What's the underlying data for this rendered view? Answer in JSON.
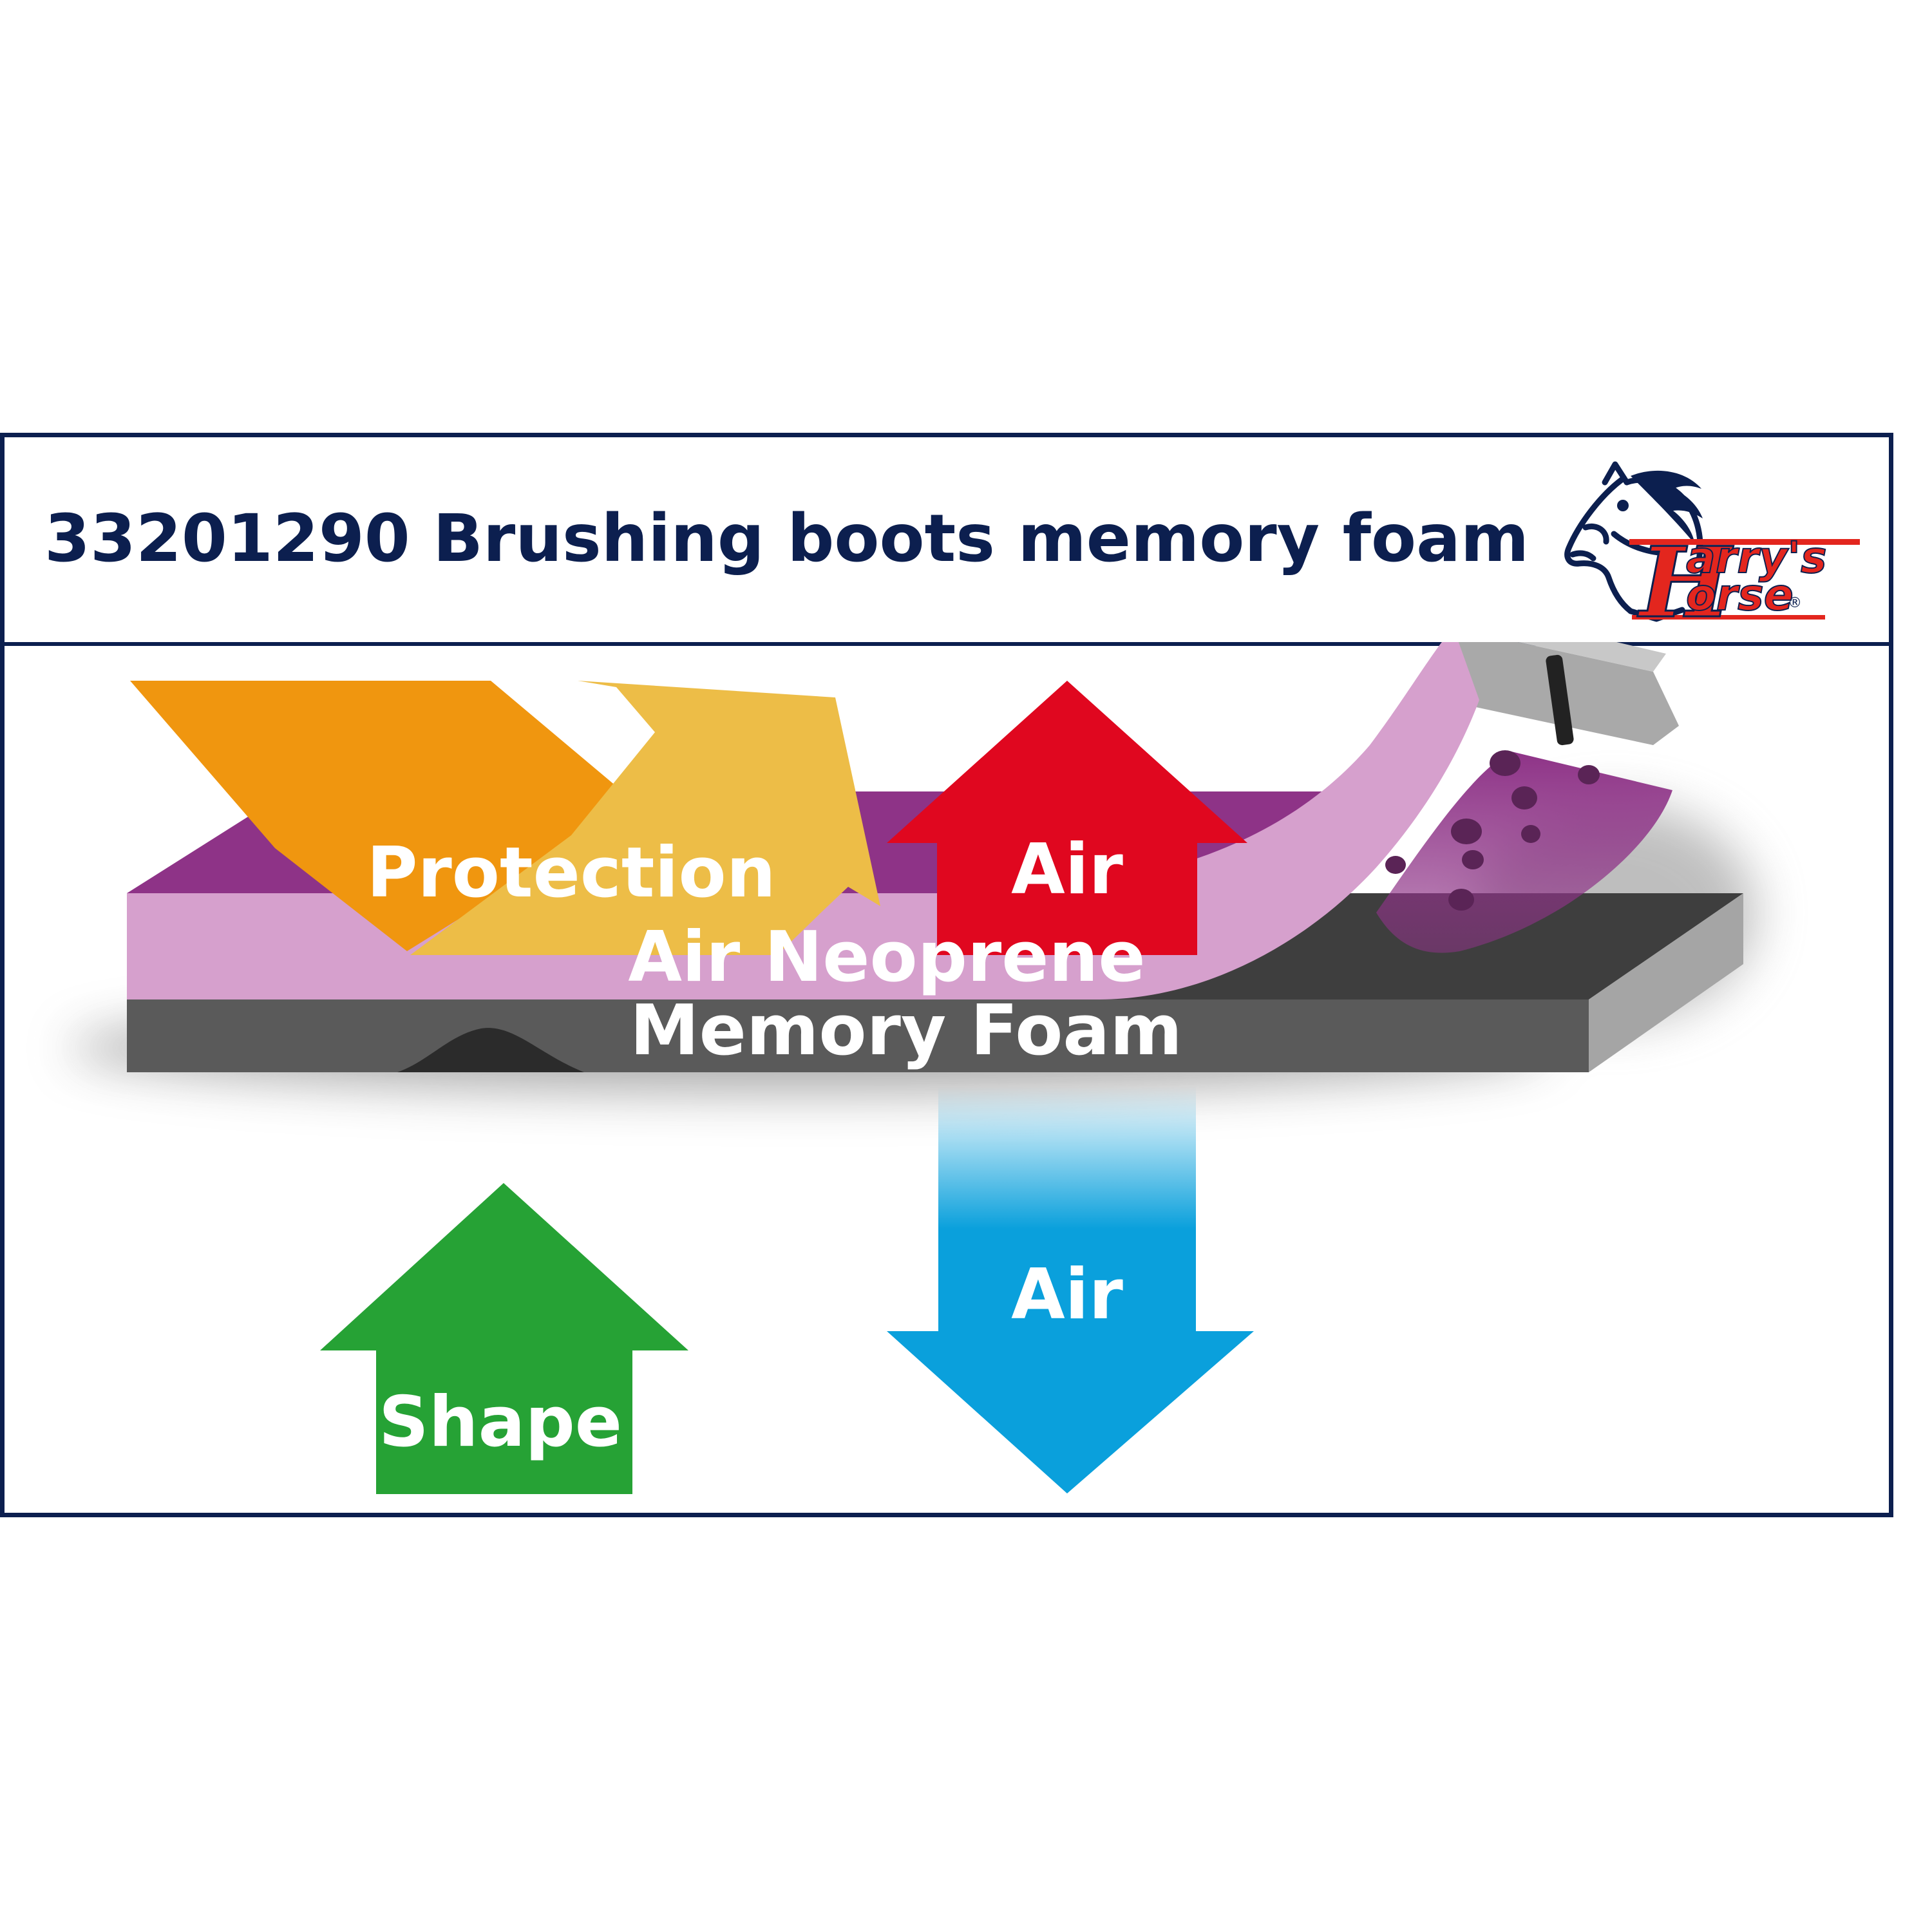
{
  "title": "33201290 Brushing boots memory foam",
  "logo": {
    "line1": "arry's",
    "line2": "orse",
    "mark": "®",
    "initial": "H"
  },
  "labels": {
    "protection": "Protection",
    "air_top": "Air",
    "neoprene": "Air Neoprene",
    "memory_foam": "Memory Foam",
    "air_bottom": "Air",
    "shape": "Shape"
  },
  "colors": {
    "navy": "#0c1f4f",
    "protection_dark": "#f0960f",
    "protection_light": "#edbd47",
    "air_up": "#e0071f",
    "air_down": "#0aa0dc",
    "shape": "#26a235",
    "neoprene_top": "#8e3387",
    "neoprene_face": "#d6a0cd",
    "foam": "#5a5a5a",
    "logo_red": "#e3261e"
  }
}
